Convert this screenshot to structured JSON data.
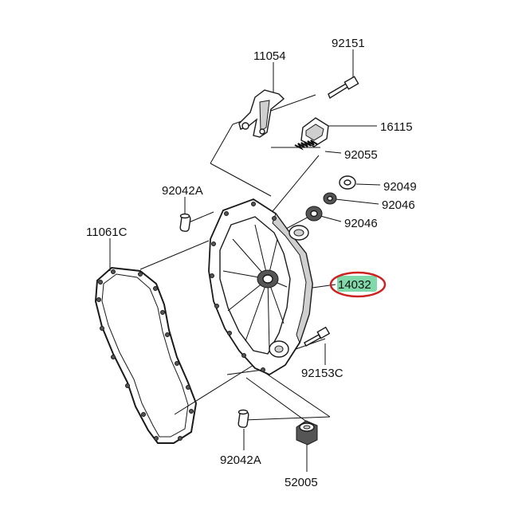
{
  "diagram": {
    "part_labels": {
      "p11054": "11054",
      "p92151": "92151",
      "p16115": "16115",
      "p92055": "92055",
      "p92049": "92049",
      "p92042A_top": "92042A",
      "p92046_a": "92046",
      "p92046_b": "92046",
      "p11061C": "11061C",
      "p14032": "14032",
      "p92153C": "92153C",
      "p92042A_bottom": "92042A",
      "p52005": "52005"
    },
    "highlight": {
      "label_fill": "#7fd9a8",
      "ring_color": "#cc2222"
    }
  }
}
